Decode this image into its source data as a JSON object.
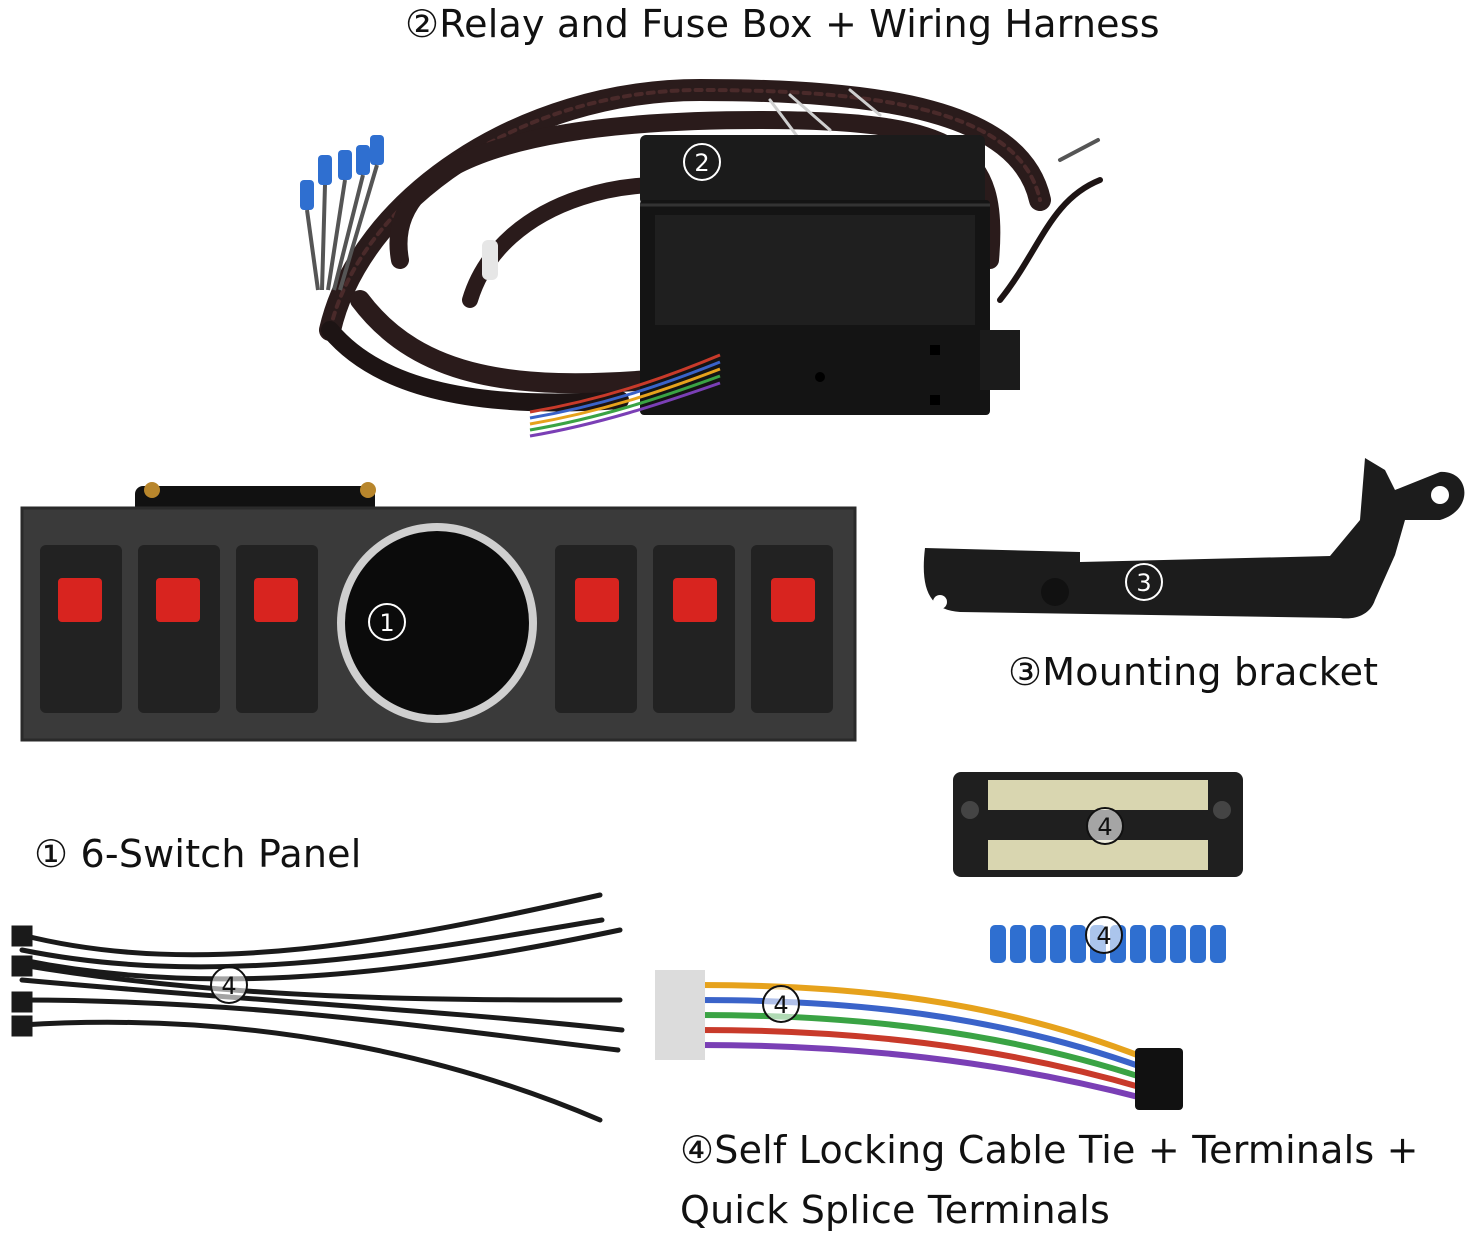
{
  "captions": {
    "relay_title": "②Relay and Fuse Box + Wiring Harness",
    "bracket_title": "③Mounting bracket",
    "panel_title": "① 6-Switch Panel",
    "accessories_line1": "④Self Locking Cable Tie + Terminals +",
    "accessories_line2": "Quick Splice Terminals"
  },
  "markers": {
    "switch_panel": "1",
    "relay_box": "2",
    "bracket": "3",
    "terminal_block": "4",
    "spade_terminals": "4",
    "cable_ties": "4",
    "pigtail": "4"
  },
  "colors": {
    "panel_body": "#3a3a3a",
    "switch_red": "#d8241f",
    "terminal_blue": "#2f6fd0",
    "harness": "#2a1b1b"
  }
}
